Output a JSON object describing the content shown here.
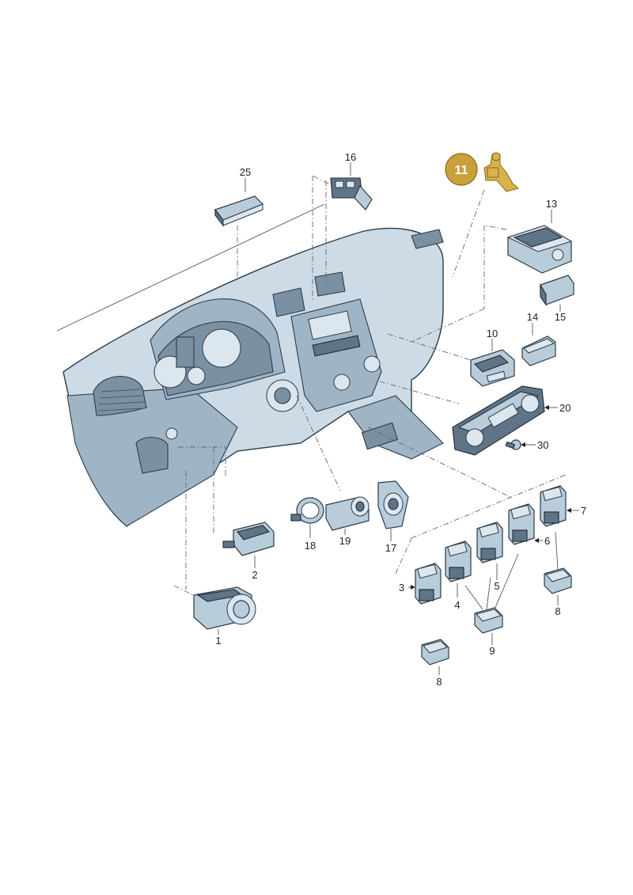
{
  "callouts": {
    "p1": "1",
    "p2": "2",
    "p3": "3",
    "p4": "4",
    "p5": "5",
    "p6": "6",
    "p7": "7",
    "p8a": "8",
    "p8b": "8",
    "p9": "9",
    "p10": "10",
    "p11": "11",
    "p13": "13",
    "p14": "14",
    "p15": "15",
    "p16": "16",
    "p17": "17",
    "p18": "18",
    "p19": "19",
    "p20": "20",
    "p25": "25",
    "p30": "30"
  },
  "colors": {
    "highlight": "#c9a13b",
    "line_art": "#2d3b48",
    "part_fill": "#b9ccda"
  }
}
